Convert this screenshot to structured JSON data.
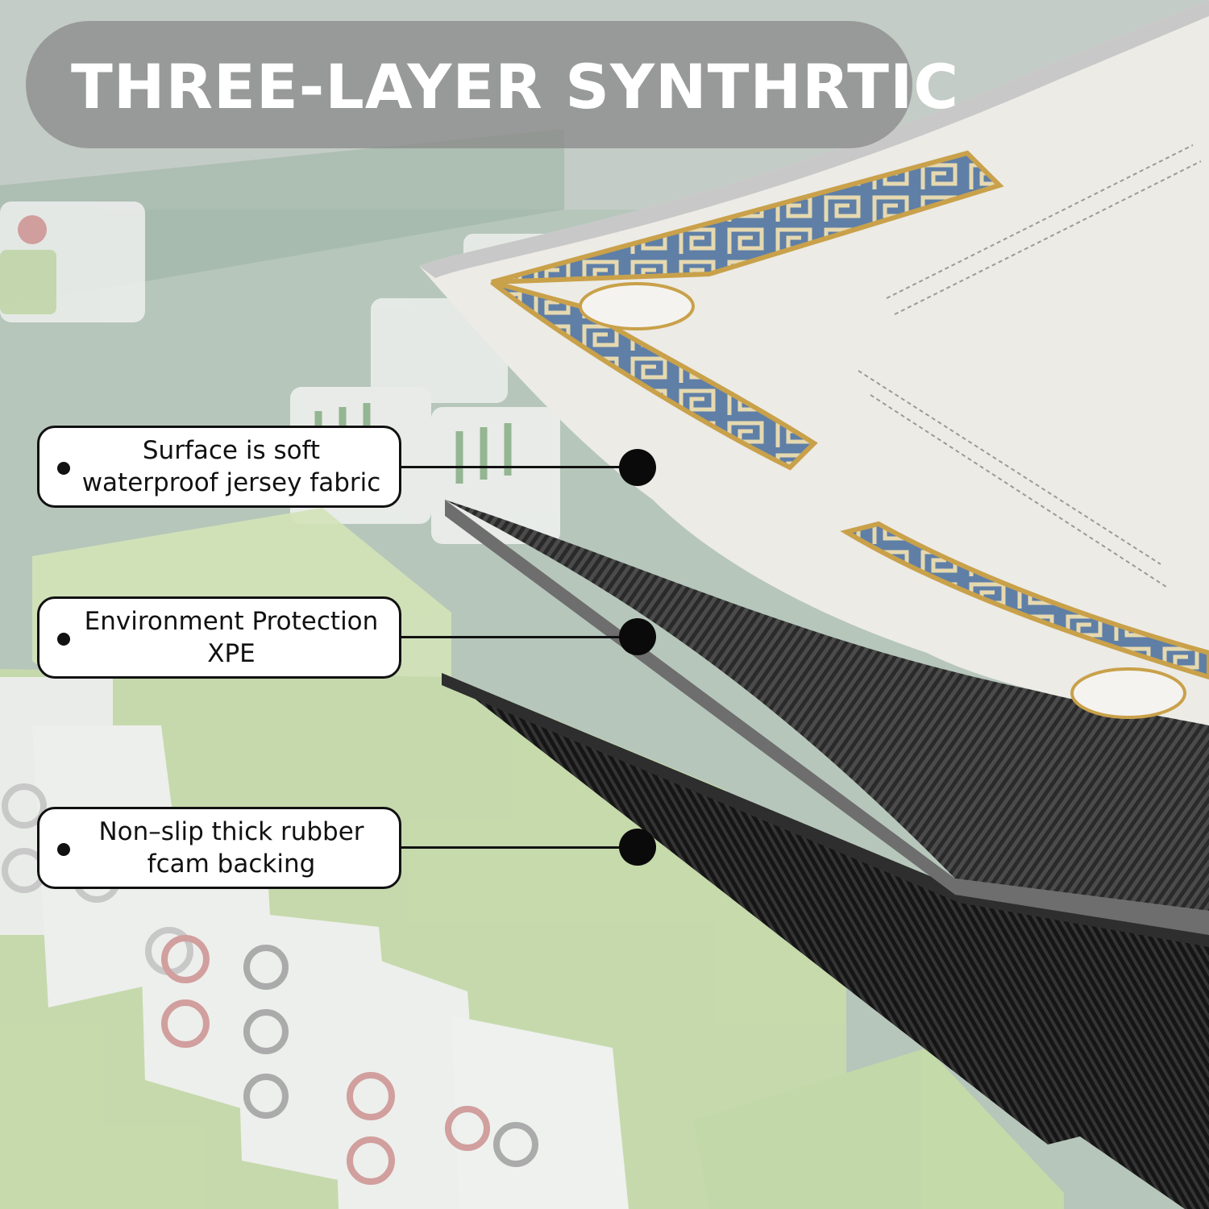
{
  "title": "THREE-LAYER SYNTHRTIC",
  "callouts": [
    {
      "label": "Surface is soft\nwaterproof jersey fabric"
    },
    {
      "label": "Environment Protection\nXPE"
    },
    {
      "label": "Non–slip thick rubber\nfcam backing"
    }
  ],
  "colors": {
    "table_green": "#b7c9bd",
    "mat_white": "#eceae4",
    "mat_blue": "#5f7fa6",
    "mat_gold": "#c9a14a",
    "foam_grey": "#4a4a4a",
    "rubber_black": "#1e1e1e"
  }
}
